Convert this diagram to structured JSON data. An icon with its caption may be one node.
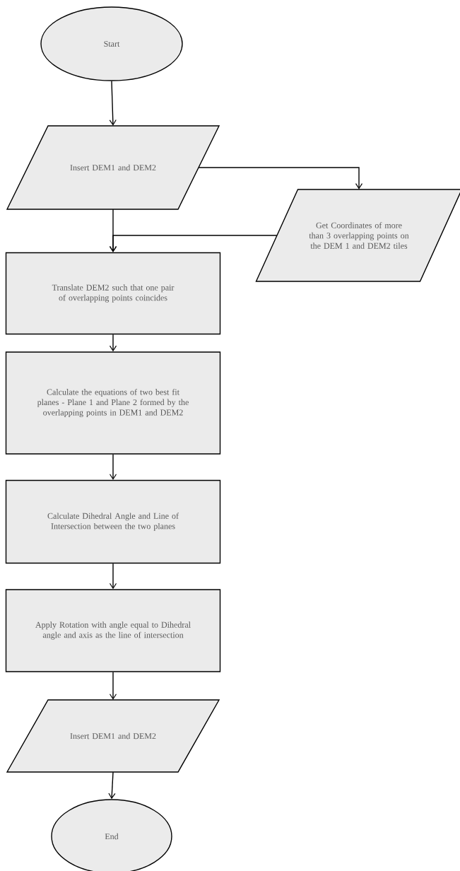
{
  "diagram": {
    "nodes": [
      {
        "text": [
          "Start"
        ]
      },
      {
        "text": [
          "Insert DEM1 and DEM2"
        ]
      },
      {
        "text": [
          "Get Coordinates of  more than 3 overlapping points on the DEM 1 and DEM2 tiles"
        ]
      },
      {
        "text": [
          "Translate DEM2  such that one pair of overlapping points coincides"
        ]
      },
      {
        "text": [
          "Calculate the  equations of two best fit planes - Plane 1 and Plane 2 formed by the overlapping points in DEM1 and DEM2"
        ]
      },
      {
        "text": [
          "Calculate Dihedral Angle  and Line of Intersection between the two planes"
        ]
      },
      {
        "text": [
          "Apply Rotation with angle equal to Dihedral angle and axis as the line of intersection"
        ]
      },
      {
        "text": [
          "Insert DEM1 and DEM2"
        ]
      },
      {
        "text": [
          "End"
        ]
      }
    ],
    "edges": [
      {
        "from": 0,
        "to": 1,
        "arrow": "to"
      },
      {
        "from": 1,
        "to": 2,
        "arrow": "to"
      },
      {
        "from": 2,
        "to": 3,
        "arrow": "to"
      },
      {
        "from": 1,
        "to": 3,
        "arrow": "to"
      },
      {
        "from": 3,
        "to": 4,
        "arrow": "to"
      },
      {
        "from": 4,
        "to": 5,
        "arrow": "to"
      },
      {
        "from": 5,
        "to": 6,
        "arrow": "to"
      },
      {
        "from": 6,
        "to": 7,
        "arrow": "to"
      },
      {
        "from": 7,
        "to": 8,
        "arrow": "to"
      }
    ]
  }
}
